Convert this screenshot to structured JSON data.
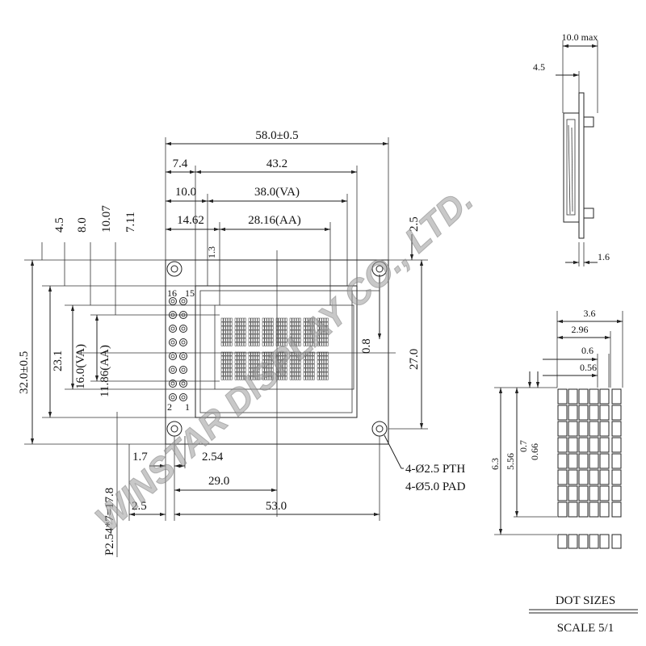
{
  "dims_top": {
    "overall": "58.0±0.5",
    "left_offset": "7.4",
    "bezel_width": "43.2",
    "va_left": "10.0",
    "va_width": "38.0(VA)",
    "aa_left": "14.62",
    "aa_width": "28.16(AA)",
    "small_13": "1.3",
    "right_25": "2.5"
  },
  "dims_left": {
    "d45": "4.5",
    "d80": "8.0",
    "d1007": "10.07",
    "d711": "7.11",
    "height_total": "32.0±0.5",
    "height_231": "23.1",
    "height_va": "16.0(VA)",
    "height_aa": "11.86(AA)"
  },
  "dims_right": {
    "d08": "0.8",
    "d270": "27.0"
  },
  "dims_bottom": {
    "pitch": "P2.54*7=17.8",
    "d17": "1.7",
    "d254": "2.54",
    "d290": "29.0",
    "d25": "2.5",
    "d530": "53.0"
  },
  "pins": {
    "p16": "16",
    "p15": "15",
    "p2": "2",
    "p1": "1"
  },
  "holes": {
    "pth": "4-Ø2.5 PTH",
    "pad": "4-Ø5.0 PAD"
  },
  "side_view": {
    "max": "10.0 max",
    "d45": "4.5",
    "d16": "1.6"
  },
  "dot_sizes": {
    "d36": "3.6",
    "d296": "2.96",
    "d06": "0.6",
    "d056": "0.56",
    "d63": "6.3",
    "d556": "5.56",
    "d07": "0.7",
    "d066": "0.66"
  },
  "title_block": {
    "label": "DOT SIZES",
    "scale": "SCALE 5/1"
  },
  "watermark": "WINSTAR DISPLAY CO., LTD."
}
